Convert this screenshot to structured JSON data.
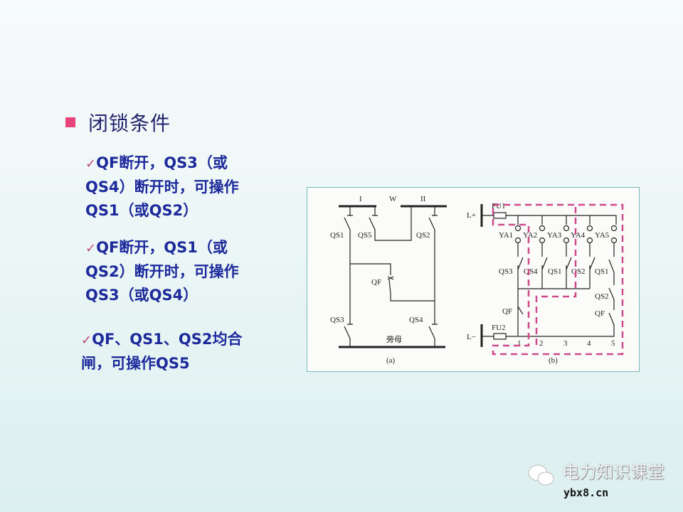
{
  "heading": {
    "bullet_color": "#e8447a",
    "text": "闭锁条件"
  },
  "conditions": [
    {
      "check": "✓",
      "lines": [
        "QF断开，QS3（或",
        "QS4）断开时，可操作",
        "QS1（或QS2）"
      ]
    },
    {
      "check": "✓",
      "lines": [
        "QF断开，QS1（或",
        "QS2）断开时，可操作",
        "QS3（或QS4）"
      ]
    },
    {
      "check": "✓",
      "lines": [
        "QF、QS1、QS2均合",
        "闸，可操作QS5"
      ]
    }
  ],
  "diagram_a": {
    "bus_labels": [
      "I",
      "W",
      "II"
    ],
    "switch_labels": [
      "QS1",
      "QS5",
      "QS2",
      "QF",
      "QS3",
      "QS4"
    ],
    "bypass_bus": "旁母",
    "caption": "(a)"
  },
  "diagram_b": {
    "supply_labels": [
      "L+",
      "L−"
    ],
    "fuse_labels": [
      "FU1",
      "FU2"
    ],
    "coil_labels": [
      "YA1",
      "YA2",
      "YA3",
      "YA4",
      "YA5"
    ],
    "contact_labels": [
      "QS3",
      "QS4",
      "QS1",
      "QS2",
      "QS1",
      "QS2",
      "QF",
      "QF"
    ],
    "node_labels": [
      "1",
      "2",
      "3",
      "4",
      "5"
    ],
    "caption": "(b)",
    "highlight_color": "#d0488c"
  },
  "watermark": {
    "title": "电力知识课堂",
    "url": "ybx8.cn"
  }
}
